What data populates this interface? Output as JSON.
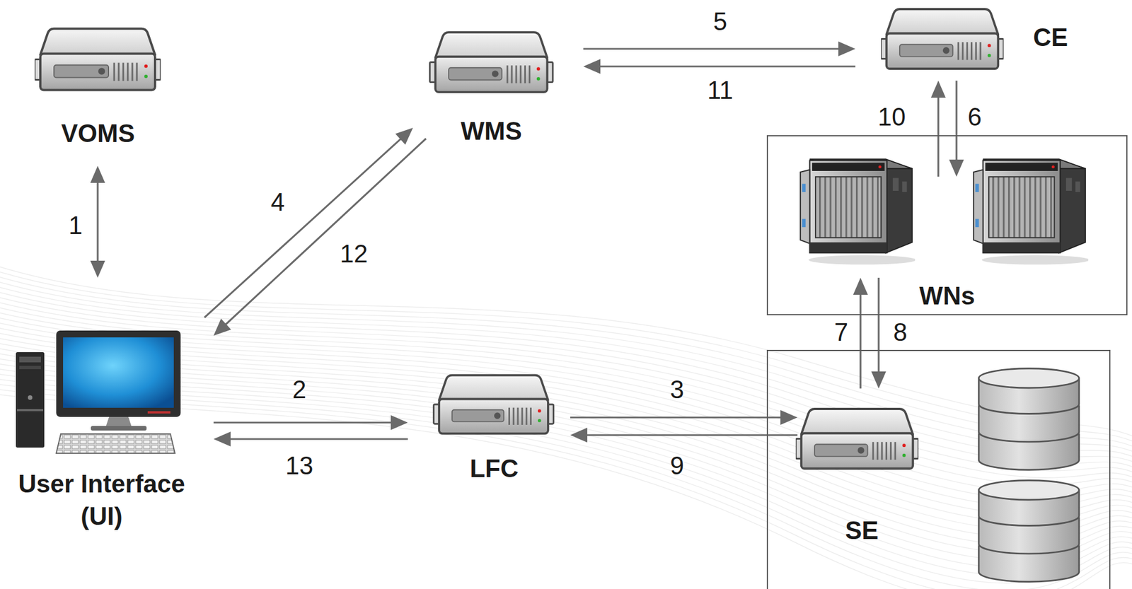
{
  "diagram": {
    "nodes": [
      {
        "text": [
          "VOMS"
        ]
      },
      {
        "text": [
          "WMS"
        ]
      },
      {
        "text": [
          "CE"
        ]
      },
      {
        "text": [
          "WNs"
        ]
      },
      {
        "text": [
          "User Interface (UI)"
        ]
      },
      {
        "text": [
          "LFC"
        ]
      },
      {
        "text": [
          "SE"
        ]
      }
    ],
    "edges": [
      {
        "from": 0,
        "to": 4,
        "arrow": "both",
        "label": "1"
      },
      {
        "from": 4,
        "to": 1,
        "arrow": "to",
        "label": "4"
      },
      {
        "from": 1,
        "to": 4,
        "arrow": "to",
        "label": "12"
      },
      {
        "from": 4,
        "to": 5,
        "arrow": "to",
        "label": "2"
      },
      {
        "from": 5,
        "to": 4,
        "arrow": "to",
        "label": "13"
      },
      {
        "from": 1,
        "to": 2,
        "arrow": "to",
        "label": "5"
      },
      {
        "from": 2,
        "to": 1,
        "arrow": "to",
        "label": "11"
      },
      {
        "from": 2,
        "to": 3,
        "arrow": "to",
        "label": "6"
      },
      {
        "from": 3,
        "to": 2,
        "arrow": "to",
        "label": "10"
      },
      {
        "from": 6,
        "to": 3,
        "arrow": "to",
        "label": "7"
      },
      {
        "from": 3,
        "to": 6,
        "arrow": "to",
        "label": "8"
      },
      {
        "from": 5,
        "to": 6,
        "arrow": "to",
        "label": "3"
      },
      {
        "from": 6,
        "to": 5,
        "arrow": "to",
        "label": "9"
      }
    ]
  }
}
